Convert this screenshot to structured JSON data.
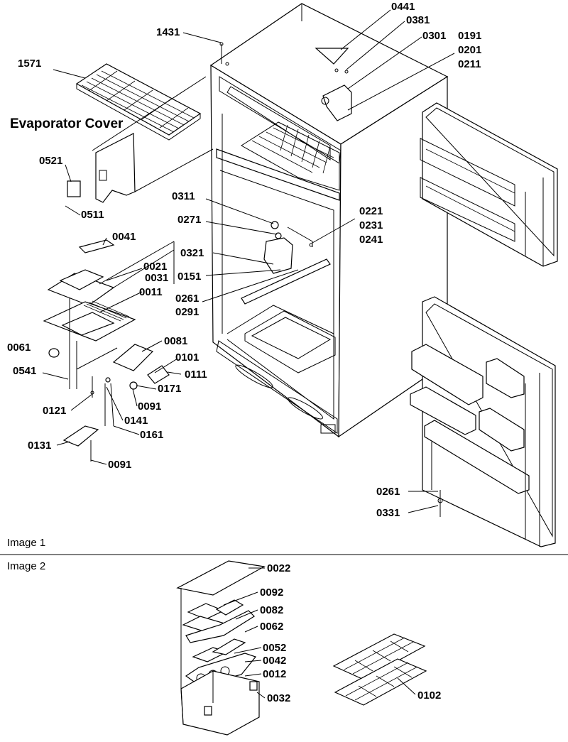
{
  "image_labels": {
    "image1": "Image 1",
    "image2": "Image 2"
  },
  "callout": {
    "evaporator_cover": "Evaporator Cover"
  },
  "parts_image1": [
    "1431",
    "0441",
    "0381",
    "0301",
    "0191",
    "0201",
    "0211",
    "1571",
    "0521",
    "0511",
    "0311",
    "0271",
    "0221",
    "0231",
    "0241",
    "0321",
    "0151",
    "0261",
    "0291",
    "0041",
    "0021",
    "0031",
    "0011",
    "0061",
    "0081",
    "0101",
    "0111",
    "0541",
    "0171",
    "0091",
    "0121",
    "0141",
    "0161",
    "0131",
    "0091",
    "0261",
    "0331"
  ],
  "parts_image2": [
    "0022",
    "0092",
    "0082",
    "0062",
    "0052",
    "0042",
    "0012",
    "0032",
    "0102"
  ]
}
